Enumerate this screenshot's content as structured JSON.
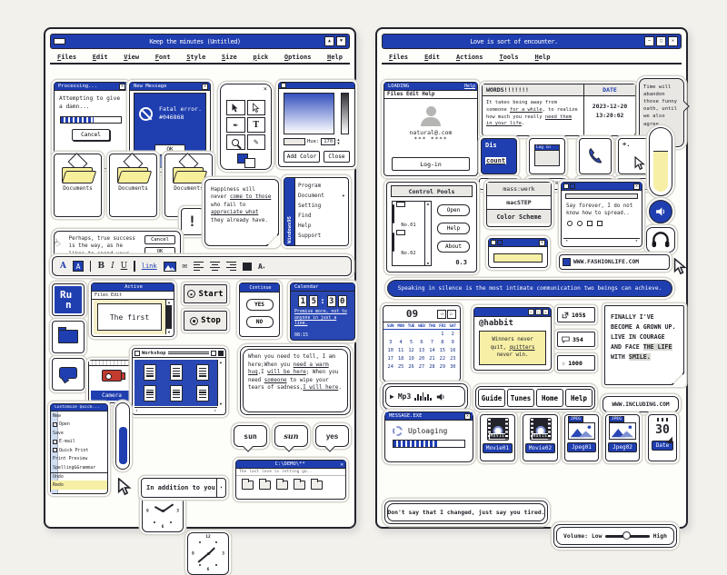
{
  "colors": {
    "blue": "#1f3eb0",
    "blue2": "#2a48b4",
    "dark": "#23232b",
    "yellow": "#f6efa5",
    "cream": "#f5eec6"
  },
  "left": {
    "title": "Keep the minutes (Untitled)",
    "winbtns": [
      "▲",
      "▼"
    ],
    "menu": [
      "Files",
      "Edit",
      "View",
      "Font",
      "Style",
      "Size",
      "pick",
      "Options",
      "Help"
    ],
    "processing": {
      "title": "Processing...",
      "close": "✕",
      "text": "Attempting to give a damn...",
      "cancel": "Cancel"
    },
    "fatal": {
      "title": "New Message",
      "close": "✕",
      "line1": "Fatal error.",
      "line2": "#046868",
      "ok": "OK"
    },
    "palette": {
      "close": "×",
      "text_tool": "T"
    },
    "picker": {
      "hue_label": "Hue:",
      "hue_value": "170",
      "add": "Add Color",
      "close": "Close"
    },
    "folders": [
      "Documents",
      "Documents",
      "Documents"
    ],
    "perhaps": {
      "text": "Perhaps, true success is the way, as he likes to spend your life.",
      "cancel": "Cancel",
      "ok": "OK"
    },
    "exclaim": "!",
    "happiness": {
      "segments": [
        {
          "t": "Happiness will never "
        },
        {
          "t": "come to those",
          "u": true
        },
        {
          "t": " who fail to "
        },
        {
          "t": "appreciate what",
          "u": true
        },
        {
          "t": " they already have."
        }
      ]
    },
    "win95": {
      "side": "Windows95",
      "items": [
        "Program",
        "Document",
        "Setting",
        "Find",
        "Help",
        "Support"
      ],
      "arrow": "▸"
    },
    "toolbar": {
      "a1": "A",
      "a2": "A",
      "b": "B",
      "i": "I",
      "u": "U",
      "link": "link",
      "env": "✉",
      "aa": "A",
      "aad": "▾"
    },
    "run": {
      "l1": "Ru",
      "l2": "n"
    },
    "active": {
      "title": "Active",
      "menu": "Files Edit",
      "body": "The first"
    },
    "start": "Start",
    "stop": "Stop",
    "cont": {
      "title": "Continue",
      "yes": "YES",
      "no": "NO"
    },
    "calendar": {
      "title": "Calendar",
      "digits": [
        "1",
        "5",
        "3",
        "0"
      ],
      "colon": ":",
      "note_segments": [
        {
          "t": "Promise more, not to anyone in just a line.",
          "u": true
        }
      ],
      "footer": "08:15"
    },
    "camera": "Camera",
    "workshop": {
      "title": "Workshop"
    },
    "when": {
      "segments": [
        {
          "t": "When you need to tell, I am here;When you "
        },
        {
          "t": "need a warm hug",
          "u": true
        },
        {
          "t": ",I "
        },
        {
          "t": "will be here",
          "u": true
        },
        {
          "t": "; When you need "
        },
        {
          "t": "someone",
          "u": true
        },
        {
          "t": " to wipe your tears of sadness,"
        },
        {
          "t": "I will here",
          "u": true
        },
        {
          "t": "."
        }
      ]
    },
    "customize": {
      "title": "Customize Quick...",
      "items": [
        {
          "label": "New",
          "check": false
        },
        {
          "label": "Open",
          "check": true
        },
        {
          "label": "Save",
          "check": false
        },
        {
          "label": "E-mail",
          "check": true
        },
        {
          "label": "Quick Print",
          "check": true
        },
        {
          "label": "Print Preview",
          "check": false
        },
        {
          "label": "Spelling&Grammar",
          "check": false
        },
        {
          "label": "Undo",
          "check": false
        },
        {
          "label": "Redo",
          "check": false
        }
      ],
      "checkmark": "✓"
    },
    "clock": {
      "n12": "12",
      "n3": "3",
      "n6": "6",
      "n9": "9"
    },
    "bubbles": [
      "sun",
      "sun",
      "yes"
    ],
    "demo": {
      "title": "C:\\DEMO\\**",
      "close": "✕",
      "subtitle": "The last love is letting go.."
    },
    "addition": {
      "text": "In addition to you",
      "arrow": "▾"
    }
  },
  "right": {
    "title": "Love is sort of encounter.",
    "winbtns": [
      "─",
      "□",
      "✕"
    ],
    "menu": [
      "Files",
      "Edit",
      "Actions",
      "Tools",
      "Help"
    ],
    "loading": {
      "title": "LOADING",
      "help": "Help",
      "menubar": "Files Edit Help",
      "email": "natural@.com",
      "stars": "*** ****",
      "login": "Log-in"
    },
    "words": {
      "header": "WORDS!!!!!!!",
      "segments": [
        {
          "t": "It takes being away from someone "
        },
        {
          "t": "for a while",
          "u": true
        },
        {
          "t": ", to realize how much you really "
        },
        {
          "t": "need them in your life",
          "u": true
        },
        {
          "t": "."
        }
      ],
      "date_label": "DATE",
      "date": "2023-12-20",
      "time": "13:20:02"
    },
    "timebubble": "Time will abandon those funny oath, until we also agree.",
    "tiles": {
      "discount_top": "Dis",
      "discount_bottom": "count",
      "discount": "Discount",
      "website": "Website",
      "website_mini": "Log in",
      "tel": "Tel.",
      "icon": "Icon",
      "icon_plus": "+."
    },
    "pools": {
      "title": "Control Pools",
      "no1": "No.01",
      "no2": "No.02",
      "open": "Open",
      "help": "Help",
      "about": "About",
      "version": "0.3"
    },
    "masswerk": {
      "l1": "mass:werk",
      "l2": "macSTEP",
      "l3": "Color Scheme"
    },
    "sayforever": "Say forever, I do not know how to spread..",
    "fashionlife": "WWW.FASHIONLIFE.COM",
    "banner": "Speaking in silence is the most intimate communication two beings can achieve.",
    "minical": {
      "month": "09",
      "prev": "◁",
      "next": "▷",
      "days": [
        "SUN",
        "MON",
        "TUE",
        "WED",
        "THU",
        "FRI",
        "SAT"
      ],
      "cells": [
        "",
        "",
        "",
        "",
        "",
        "1",
        "2",
        "3",
        "4",
        "5",
        "6",
        "7",
        "8",
        "9",
        "10",
        "11",
        "12",
        "13",
        "14",
        "15",
        "16",
        "17",
        "18",
        "19",
        "20",
        "21",
        "22",
        "23",
        "24",
        "25",
        "26",
        "27",
        "28",
        "29",
        "30"
      ]
    },
    "habbit": {
      "title": "@habbit",
      "segments": [
        {
          "t": "Winners never quit, "
        },
        {
          "t": "quitters",
          "u": true
        },
        {
          "t": " never win."
        }
      ]
    },
    "stats": [
      "105$",
      "354",
      "1000"
    ],
    "star": "☆",
    "finally": {
      "segments": [
        {
          "t": "FINALLY I'VE BECOME A GROWN UP. LIVE IN COURAGE AND FACE "
        },
        {
          "t": "THE LIFE",
          "h": true
        },
        {
          "t": " WITH "
        },
        {
          "t": "SMILE.",
          "h": true
        }
      ]
    },
    "mp3": {
      "play": "▶",
      "label": "Mp3"
    },
    "nav": [
      "Guide",
      "Tunes",
      "Home",
      "Help"
    ],
    "including": "WWW.INCLUDING.COM",
    "message": {
      "title": "MESSAGE.EXE",
      "close": "✕",
      "text": "Uploaging"
    },
    "media": {
      "movie_banner": "MOVIE",
      "movie1": "Movie01",
      "movie2": "Movie02",
      "jpeg_tag": "JPEG",
      "jpeg1": "Jpeg01",
      "jpeg2": "Jpeg02",
      "date_num": "30",
      "date_label": "Date"
    },
    "quote": "Don't say that I changed, just say you tired.",
    "volume": {
      "label": "Volume:",
      "low": "Low",
      "high": "High"
    }
  }
}
